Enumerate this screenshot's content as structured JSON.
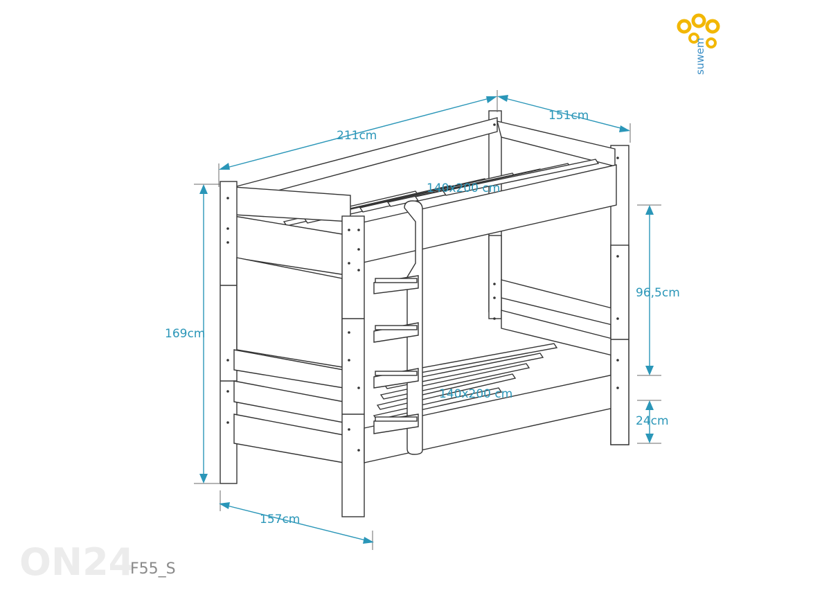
{
  "brand": {
    "name": "suwem",
    "colors": {
      "flower": "#f2b705",
      "text": "#3b8ec5"
    }
  },
  "watermark": "ON24",
  "product_code": "F55_S",
  "dimensions": {
    "length": "211cm",
    "width_top": "151cm",
    "height": "169cm",
    "width_front": "157cm",
    "bunk_gap": "96,5cm",
    "bottom_clearance": "24cm"
  },
  "mattress": {
    "top": "140x200 cm",
    "bottom": "140x200 cm"
  },
  "colors": {
    "dimension": "#2a96b8",
    "line": "#333333"
  }
}
